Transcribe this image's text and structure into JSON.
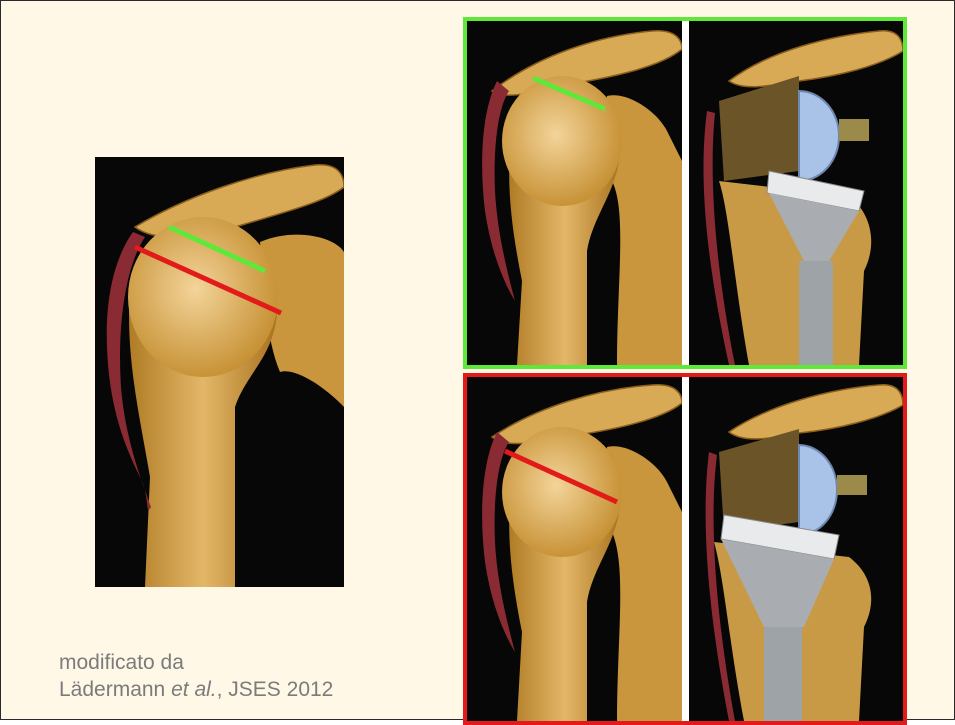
{
  "caption": {
    "line1": "modificato da",
    "line2_author": "Lädermann",
    "line2_etal": "et al.",
    "line2_rest": ", JSES 2012"
  },
  "colors": {
    "background": "#fff8e7",
    "bone": "#d6a54a",
    "muscle": "#8a2b34",
    "green_line": "#5ee83a",
    "red_line": "#e21a1a",
    "implant_metal": "#a9adb2",
    "implant_head": "#a9c2e8"
  },
  "panels": {
    "left": "shoulder-anatomy-native",
    "green_frame": [
      "shoulder-anatomy-green-line",
      "shoulder-prosthesis-lateralized"
    ],
    "red_frame": [
      "shoulder-anatomy-red-line",
      "shoulder-prosthesis-medialized"
    ]
  }
}
